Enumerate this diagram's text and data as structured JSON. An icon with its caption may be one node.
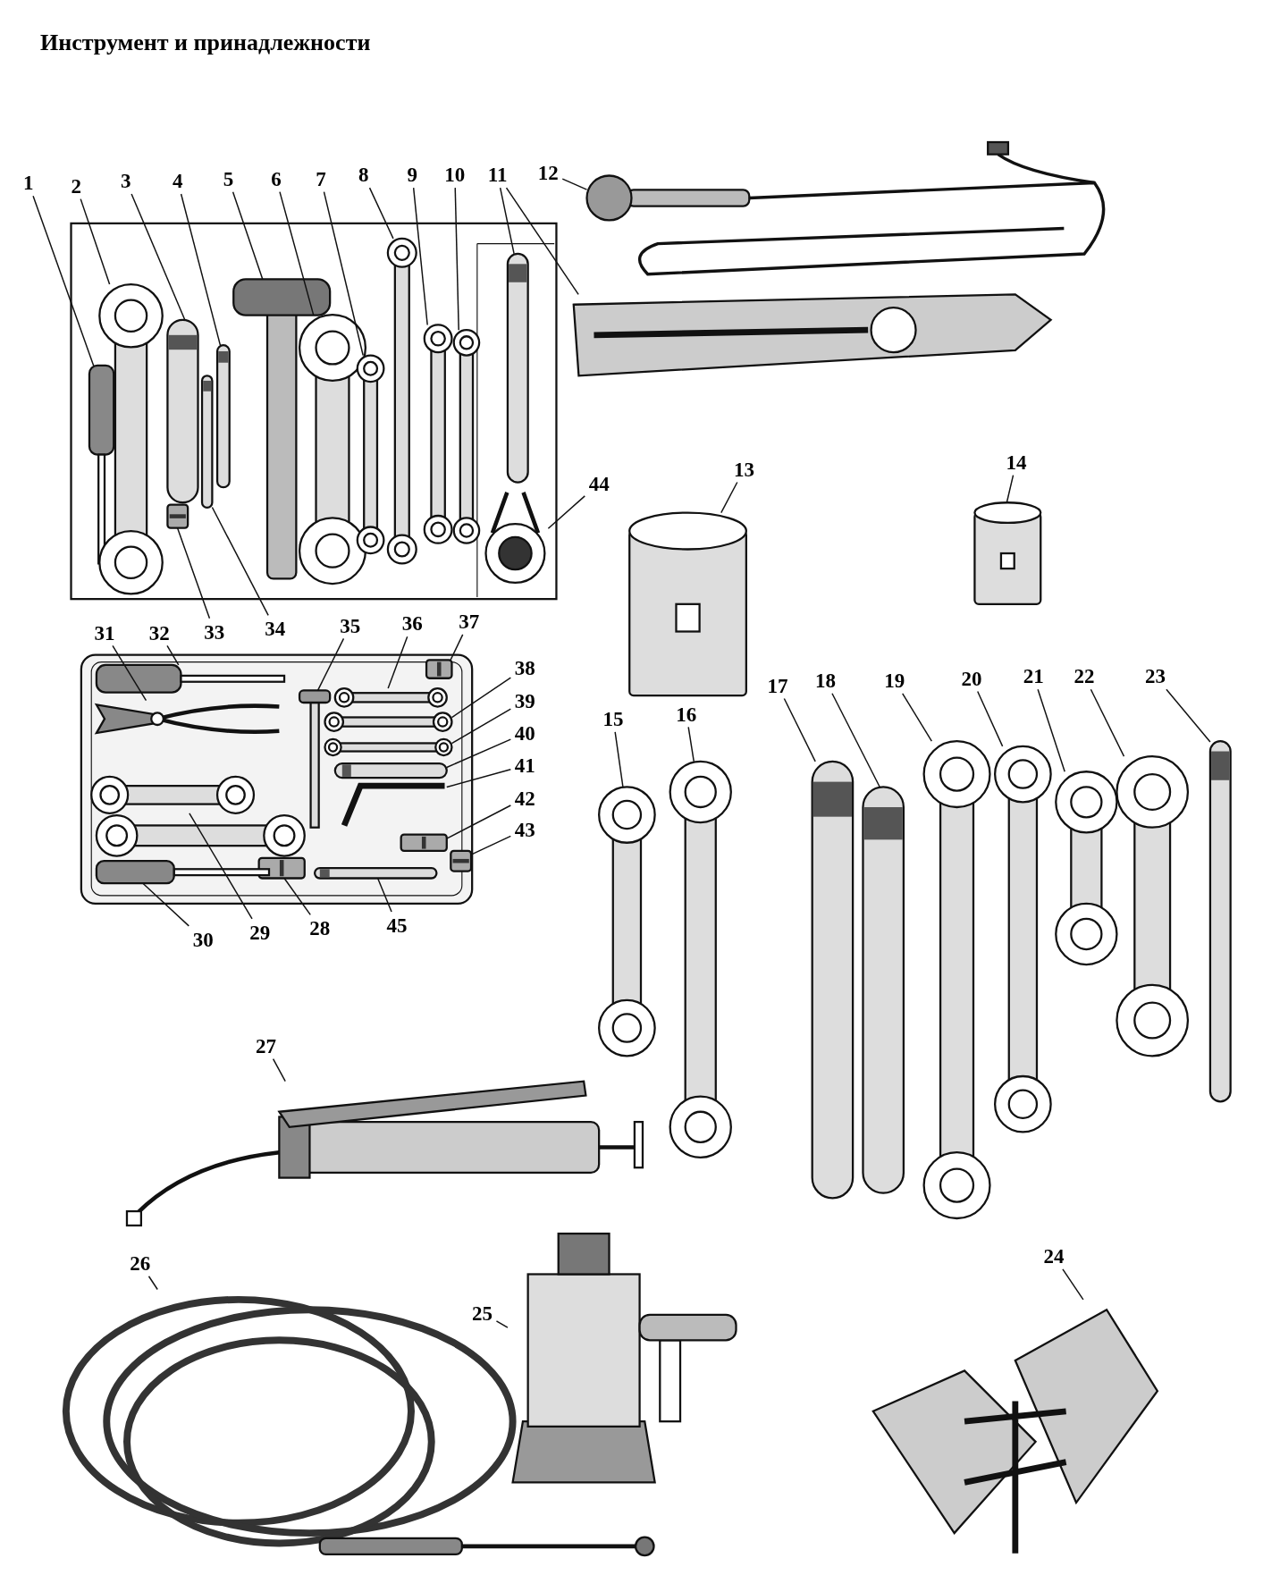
{
  "diagram": {
    "title": "Инструмент и принадлежности",
    "nodes": [
      {
        "text": [
          "1"
        ]
      },
      {
        "text": [
          "2"
        ]
      },
      {
        "text": [
          "3"
        ]
      },
      {
        "text": [
          "4"
        ]
      },
      {
        "text": [
          "5"
        ]
      },
      {
        "text": [
          "6"
        ]
      },
      {
        "text": [
          "7"
        ]
      },
      {
        "text": [
          "8"
        ]
      },
      {
        "text": [
          "9"
        ]
      },
      {
        "text": [
          "10"
        ]
      },
      {
        "text": [
          "11"
        ]
      },
      {
        "text": [
          "12"
        ]
      },
      {
        "text": [
          "13"
        ]
      },
      {
        "text": [
          "14"
        ]
      },
      {
        "text": [
          "15"
        ]
      },
      {
        "text": [
          "16"
        ]
      },
      {
        "text": [
          "17"
        ]
      },
      {
        "text": [
          "18"
        ]
      },
      {
        "text": [
          "19"
        ]
      },
      {
        "text": [
          "20"
        ]
      },
      {
        "text": [
          "21"
        ]
      },
      {
        "text": [
          "22"
        ]
      },
      {
        "text": [
          "23"
        ]
      },
      {
        "text": [
          "24"
        ]
      },
      {
        "text": [
          "25"
        ]
      },
      {
        "text": [
          "26"
        ]
      },
      {
        "text": [
          "27"
        ]
      },
      {
        "text": [
          "28"
        ]
      },
      {
        "text": [
          "29"
        ]
      },
      {
        "text": [
          "30"
        ]
      },
      {
        "text": [
          "31"
        ]
      },
      {
        "text": [
          "32"
        ]
      },
      {
        "text": [
          "33"
        ]
      },
      {
        "text": [
          "34"
        ]
      },
      {
        "text": [
          "35"
        ]
      },
      {
        "text": [
          "36"
        ]
      },
      {
        "text": [
          "37"
        ]
      },
      {
        "text": [
          "38"
        ]
      },
      {
        "text": [
          "39"
        ]
      },
      {
        "text": [
          "40"
        ]
      },
      {
        "text": [
          "41"
        ]
      },
      {
        "text": [
          "42"
        ]
      },
      {
        "text": [
          "43"
        ]
      },
      {
        "text": [
          "44"
        ]
      },
      {
        "text": [
          "45"
        ]
      },
      {
        "text": [],
        "shape": "picture"
      },
      {
        "text": [],
        "shape": "picture"
      },
      {
        "text": [],
        "shape": "picture"
      },
      {
        "text": [],
        "shape": "picture"
      },
      {
        "text": [],
        "shape": "picture"
      },
      {
        "text": [],
        "shape": "picture"
      },
      {
        "text": [],
        "shape": "picture"
      },
      {
        "text": [],
        "shape": "picture"
      },
      {
        "text": [],
        "shape": "picture"
      },
      {
        "text": [],
        "shape": "picture"
      },
      {
        "text": [],
        "shape": "picture"
      },
      {
        "text": [],
        "shape": "picture"
      },
      {
        "text": [],
        "shape": "picture"
      },
      {
        "text": [],
        "shape": "picture"
      },
      {
        "text": [],
        "shape": "picture"
      },
      {
        "text": [],
        "shape": "picture"
      },
      {
        "text": [],
        "shape": "picture"
      },
      {
        "text": [],
        "shape": "picture"
      },
      {
        "text": [],
        "shape": "picture"
      },
      {
        "text": [],
        "shape": "picture"
      },
      {
        "text": [],
        "shape": "picture"
      },
      {
        "text": [],
        "shape": "picture"
      },
      {
        "text": [],
        "shape": "picture"
      },
      {
        "text": [],
        "shape": "picture"
      },
      {
        "text": [],
        "shape": "picture"
      },
      {
        "text": [],
        "shape": "picture"
      },
      {
        "text": [],
        "shape": "picture"
      },
      {
        "text": [],
        "shape": "picture"
      },
      {
        "text": [],
        "shape": "picture"
      },
      {
        "text": [],
        "shape": "picture"
      },
      {
        "text": [],
        "shape": "picture"
      },
      {
        "text": [],
        "shape": "picture"
      },
      {
        "text": [],
        "shape": "picture"
      },
      {
        "text": [],
        "shape": "picture"
      },
      {
        "text": [],
        "shape": "picture"
      },
      {
        "text": [],
        "shape": "picture"
      },
      {
        "text": [],
        "shape": "picture"
      },
      {
        "text": [],
        "shape": "picture"
      },
      {
        "text": [],
        "shape": "picture"
      },
      {
        "text": [],
        "shape": "picture"
      },
      {
        "text": [],
        "shape": "picture"
      },
      {
        "text": [],
        "shape": "picture"
      },
      {
        "text": [],
        "shape": "picture"
      },
      {
        "text": [],
        "shape": "picture"
      },
      {
        "text": [],
        "shape": "picture"
      },
      {
        "text": [],
        "shape": "picture"
      }
    ],
    "edges": [
      {
        "from": 0,
        "to": 45,
        "arrow": "none"
      },
      {
        "from": 1,
        "to": 46,
        "arrow": "none"
      },
      {
        "from": 2,
        "to": 47,
        "arrow": "none"
      },
      {
        "from": 3,
        "to": 48,
        "arrow": "none"
      },
      {
        "from": 4,
        "to": 49,
        "arrow": "none"
      },
      {
        "from": 5,
        "to": 50,
        "arrow": "none"
      },
      {
        "from": 6,
        "to": 51,
        "arrow": "none"
      },
      {
        "from": 7,
        "to": 52,
        "arrow": "none"
      },
      {
        "from": 8,
        "to": 53,
        "arrow": "none"
      },
      {
        "from": 9,
        "to": 54,
        "arrow": "none"
      },
      {
        "from": 10,
        "to": 55,
        "arrow": "none"
      },
      {
        "from": 10,
        "to": 56,
        "arrow": "none"
      },
      {
        "from": 11,
        "to": 57,
        "arrow": "none"
      },
      {
        "from": 12,
        "to": 58,
        "arrow": "none"
      },
      {
        "from": 13,
        "to": 59,
        "arrow": "none"
      },
      {
        "from": 14,
        "to": 60,
        "arrow": "none"
      },
      {
        "from": 15,
        "to": 61,
        "arrow": "none"
      },
      {
        "from": 16,
        "to": 62,
        "arrow": "none"
      },
      {
        "from": 17,
        "to": 63,
        "arrow": "none"
      },
      {
        "from": 18,
        "to": 64,
        "arrow": "none"
      },
      {
        "from": 19,
        "to": 65,
        "arrow": "none"
      },
      {
        "from": 20,
        "to": 66,
        "arrow": "none"
      },
      {
        "from": 21,
        "to": 67,
        "arrow": "none"
      },
      {
        "from": 22,
        "to": 68,
        "arrow": "none"
      },
      {
        "from": 23,
        "to": 69,
        "arrow": "none"
      },
      {
        "from": 24,
        "to": 70,
        "arrow": "none"
      },
      {
        "from": 25,
        "to": 71,
        "arrow": "none"
      },
      {
        "from": 26,
        "to": 72,
        "arrow": "none"
      },
      {
        "from": 27,
        "to": 73,
        "arrow": "none"
      },
      {
        "from": 28,
        "to": 74,
        "arrow": "none"
      },
      {
        "from": 29,
        "to": 75,
        "arrow": "none"
      },
      {
        "from": 30,
        "to": 76,
        "arrow": "none"
      },
      {
        "from": 31,
        "to": 77,
        "arrow": "none"
      },
      {
        "from": 32,
        "to": 78,
        "arrow": "none"
      },
      {
        "from": 33,
        "to": 79,
        "arrow": "none"
      },
      {
        "from": 34,
        "to": 80,
        "arrow": "none"
      },
      {
        "from": 35,
        "to": 81,
        "arrow": "none"
      },
      {
        "from": 36,
        "to": 82,
        "arrow": "none"
      },
      {
        "from": 37,
        "to": 83,
        "arrow": "none"
      },
      {
        "from": 38,
        "to": 84,
        "arrow": "none"
      },
      {
        "from": 39,
        "to": 85,
        "arrow": "none"
      },
      {
        "from": 40,
        "to": 86,
        "arrow": "none"
      },
      {
        "from": 41,
        "to": 87,
        "arrow": "none"
      },
      {
        "from": 42,
        "to": 88,
        "arrow": "none"
      },
      {
        "from": 43,
        "to": 89,
        "arrow": "none"
      },
      {
        "from": 44,
        "to": 90,
        "arrow": "none"
      }
    ]
  }
}
